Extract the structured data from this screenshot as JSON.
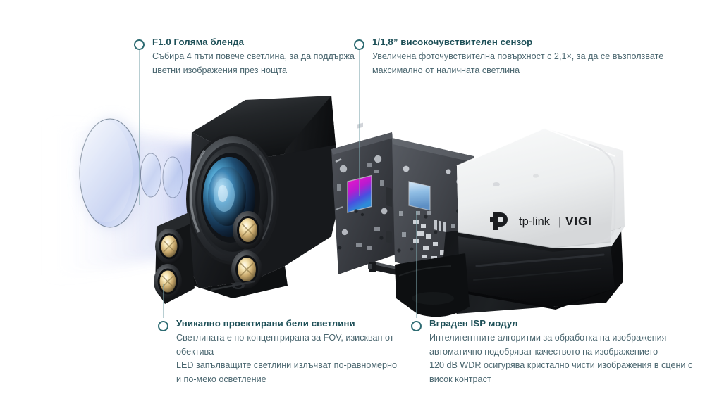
{
  "page": {
    "background": "#ffffff",
    "accent_teal": "#2d6b72",
    "title_color": "#1d4f57",
    "body_color": "#4a666f",
    "leader_color": "#7ea7ad"
  },
  "product": {
    "brand": "tp-link",
    "sub_brand": "VIGI",
    "separator": "|",
    "housing_white": "#f0f1f2",
    "housing_dark": "#151719",
    "sensor_chip_color": "#d51bc4",
    "isp_chip_color": "#8fb8e0",
    "led_color": "#f2e2bb",
    "beam_color": "#b9c4ee"
  },
  "callouts": [
    {
      "id": "aperture",
      "title": "F1.0 Голяма бленда",
      "lines": [
        "Събира 4 пъти повече светлина, за да поддържа",
        "цветни изображения през нощта"
      ]
    },
    {
      "id": "sensor",
      "title": "1/1,8” високочувствителен сензор",
      "lines": [
        "Увеличена фоточувствителна повърхност с 2,1×, за да се възползвате",
        "максимално от наличната светлина"
      ]
    },
    {
      "id": "white-lights",
      "title": "Уникално проектирани бели светлини",
      "lines": [
        "Светлината е по-концентрирана за FOV, изискван от",
        "обектива",
        "LED запълващите светлини излъчват по-равномерно",
        "и по-меко осветление"
      ]
    },
    {
      "id": "isp-module",
      "title": "Вграден ISP модул",
      "lines": [
        "Интелигентните алгоритми за обработка на изображения",
        "автоматично подобряват качеството на изображението",
        "120 dB WDR осигурява кристално чисти изображения в сцени с",
        "висок контраст"
      ]
    }
  ]
}
